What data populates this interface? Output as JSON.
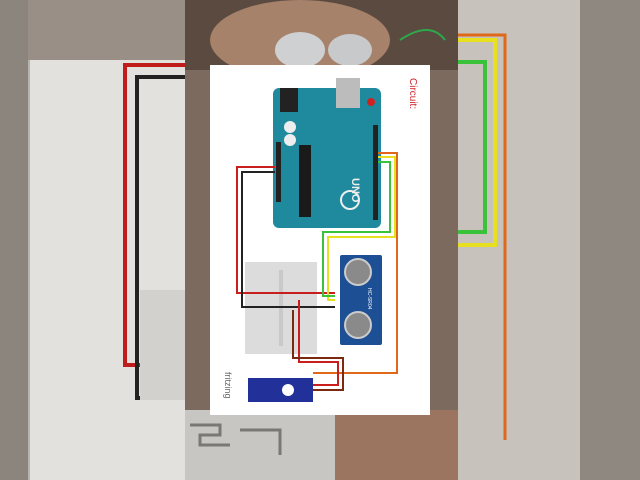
{
  "diagram": {
    "title": "Circuit:",
    "watermark": "fritzing",
    "board_label": "UNO",
    "sensor_label": "HC-SR04"
  },
  "colors": {
    "board": "#1f8a9e",
    "sensor": "#1d4f95",
    "servo": "#22319a",
    "title": "#d0252b",
    "wire_red": "#c81e1e",
    "wire_black": "#222222",
    "wire_yellow": "#e6e020",
    "wire_green": "#3ac23a",
    "wire_orange": "#e0681a"
  }
}
